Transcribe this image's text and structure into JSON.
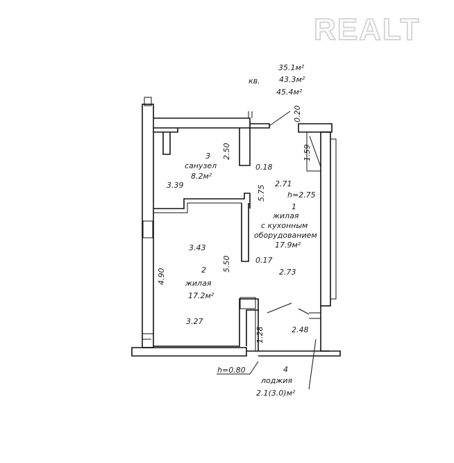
{
  "watermark": "REALT",
  "apartment": {
    "prefix": "кв.",
    "area_1": "35.1м²",
    "area_2": "43.3м²",
    "area_3": "45.4м²"
  },
  "rooms": {
    "bathroom": {
      "number": "3",
      "name": "санузел",
      "area": "8.2м²"
    },
    "living_kitchen": {
      "number": "1",
      "name_line1": "жилая",
      "name_line2": "с кухонным",
      "name_line3": "оборудованием",
      "area": "17.9м²"
    },
    "living": {
      "number": "2",
      "name": "жилая",
      "area": "17.2м²"
    },
    "loggia": {
      "number": "4",
      "name": "лоджия",
      "area": "2.1(3.0)м²"
    }
  },
  "dimensions": {
    "d020": "0.20",
    "d250": "2.50",
    "d159": "1.59",
    "d018": "0.18",
    "d339": "3.39",
    "d271": "2.71",
    "height_main": "h=2.75",
    "d575": "5.75",
    "d343": "3.43",
    "d550": "5.50",
    "d017": "0.17",
    "d273": "2.73",
    "d490": "4.90",
    "d327": "3.27",
    "d248": "2.48",
    "d128": "1.28",
    "height_loggia": "h=0.80"
  }
}
